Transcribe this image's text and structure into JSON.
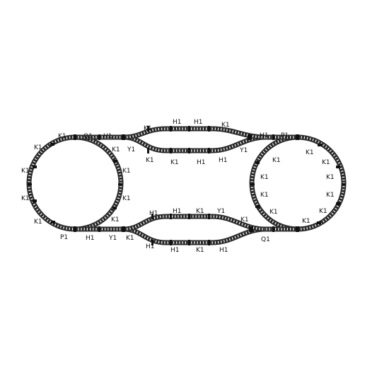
{
  "layout": {
    "labels": [
      {
        "id": "k-top-left-1",
        "text": "K1"
      },
      {
        "id": "q1-top-left",
        "text": "Q1"
      },
      {
        "id": "h1-top-left",
        "text": "H1"
      },
      {
        "id": "k1-upper-split-top",
        "text": "K1"
      },
      {
        "id": "h1-upper-top-1",
        "text": "H1"
      },
      {
        "id": "h1-upper-top-2",
        "text": "H1"
      },
      {
        "id": "k1-upper-merge-top",
        "text": "K1"
      },
      {
        "id": "h1-top-right",
        "text": "H1"
      },
      {
        "id": "p1-top-right",
        "text": "P1"
      },
      {
        "id": "k1-left-outer-1",
        "text": "K1"
      },
      {
        "id": "k1-left-inner-1",
        "text": "K1"
      },
      {
        "id": "y1-upper-left",
        "text": "Y1"
      },
      {
        "id": "y1-upper-right",
        "text": "Y1"
      },
      {
        "id": "k1-right-inner-1",
        "text": "K1"
      },
      {
        "id": "k1-right-outer-1",
        "text": "K1"
      },
      {
        "id": "k1-upper-split-bottom",
        "text": "K1"
      },
      {
        "id": "h1-upper-bottom-1",
        "text": "H1"
      },
      {
        "id": "h1-upper-bottom-2",
        "text": "H1"
      },
      {
        "id": "k1-upper-merge-bottom",
        "text": "K1"
      },
      {
        "id": "k1-left-outer-2",
        "text": "K1"
      },
      {
        "id": "k1-left-inner-2",
        "text": "K1"
      },
      {
        "id": "k1-right-inner-2",
        "text": "K1"
      },
      {
        "id": "k1-right-outer-2",
        "text": "K1"
      },
      {
        "id": "k1-left-outer-3",
        "text": "K1"
      },
      {
        "id": "k1-left-inner-3",
        "text": "K1"
      },
      {
        "id": "k1-right-inner-3",
        "text": "K1"
      },
      {
        "id": "k1-right-outer-3",
        "text": "K1"
      },
      {
        "id": "k1-left-outer-4",
        "text": "K1"
      },
      {
        "id": "k1-left-inner-4",
        "text": "K1"
      },
      {
        "id": "k1-lower-split-top",
        "text": "K1"
      },
      {
        "id": "h1-lower-top-1",
        "text": "H1"
      },
      {
        "id": "h1-lower-top-2",
        "text": "H1"
      },
      {
        "id": "k1-lower-merge-top",
        "text": "K1"
      },
      {
        "id": "y1-lower-right",
        "text": "Y1"
      },
      {
        "id": "k1-right-inner-4",
        "text": "K1"
      },
      {
        "id": "k1-right-outer-4",
        "text": "K1"
      },
      {
        "id": "k1-bottom-left",
        "text": "K1"
      },
      {
        "id": "p1-bottom-left",
        "text": "P1"
      },
      {
        "id": "h1-bottom-left",
        "text": "H1"
      },
      {
        "id": "y1-lower-left",
        "text": "Y1"
      },
      {
        "id": "k1-lower-split-bottom",
        "text": "K1"
      },
      {
        "id": "h1-lower-bottom-1",
        "text": "H1"
      },
      {
        "id": "h1-lower-bottom-2",
        "text": "H1"
      },
      {
        "id": "k1-lower-merge-bottom",
        "text": "K1"
      },
      {
        "id": "h1-bottom-right",
        "text": "H1"
      },
      {
        "id": "q1-bottom-right",
        "text": "Q1"
      }
    ]
  }
}
